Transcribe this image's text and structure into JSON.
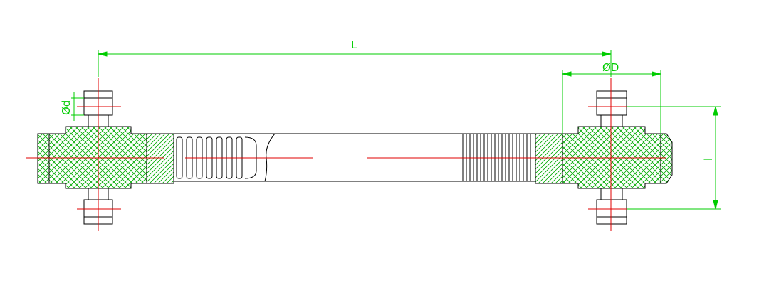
{
  "labels": {
    "length": "L",
    "outer_diameter": "ØD",
    "pin_diameter": "Ød",
    "height": "l"
  },
  "colors": {
    "background": "#ffffff",
    "outline": "#000000",
    "dimension": "#00cc00",
    "centerline": "#e00000",
    "hatch": "#00aa00"
  }
}
